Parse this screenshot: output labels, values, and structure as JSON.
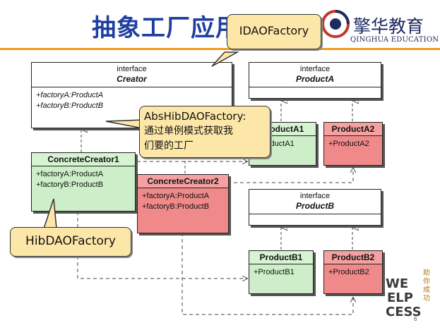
{
  "slide": {
    "title": "抽象工厂应用",
    "page_number": "6",
    "logo": {
      "name": "擎华教育",
      "subtitle": "QINGHUA EDUCATION"
    },
    "watermark": {
      "line1": "WE",
      "line2": "ELP",
      "line3": "CESS",
      "vertical": "助你成功"
    }
  },
  "diagram": {
    "creator": {
      "stereotype": "interface",
      "name": "Creator",
      "ops": [
        "+factoryA:ProductA",
        "+factoryB:ProductB"
      ]
    },
    "concrete_creator1": {
      "name": "ConcreteCreator1",
      "ops": [
        "+factoryA:ProductA",
        "+factoryB:ProductB"
      ]
    },
    "concrete_creator2": {
      "name": "ConcreteCreator2",
      "ops": [
        "+factoryA:ProductA",
        "+factoryB:ProductB"
      ]
    },
    "product_a": {
      "stereotype": "interface",
      "name": "ProductA"
    },
    "product_a1": {
      "name": "ProductA1",
      "ops": [
        "+ProductA1"
      ]
    },
    "product_a2": {
      "name": "ProductA2",
      "ops": [
        "+ProductA2"
      ]
    },
    "product_b": {
      "stereotype": "interface",
      "name": "ProductB"
    },
    "product_b1": {
      "name": "ProductB1",
      "ops": [
        "+ProductB1"
      ]
    },
    "product_b2": {
      "name": "ProductB2",
      "ops": [
        "+ProductB2"
      ]
    }
  },
  "callouts": {
    "idao": "IDAOFactory",
    "abs_line1": "AbsHibDAOFactory:",
    "abs_line2": "通过单例模式获取我",
    "abs_line3": "们要的工厂",
    "hib": "HibDAOFactory"
  },
  "colors": {
    "green": "#cdeec8",
    "red": "#f08a8a",
    "callout": "#fde7a8",
    "title": "#1f3fa0",
    "accent": "#f29b1a"
  }
}
